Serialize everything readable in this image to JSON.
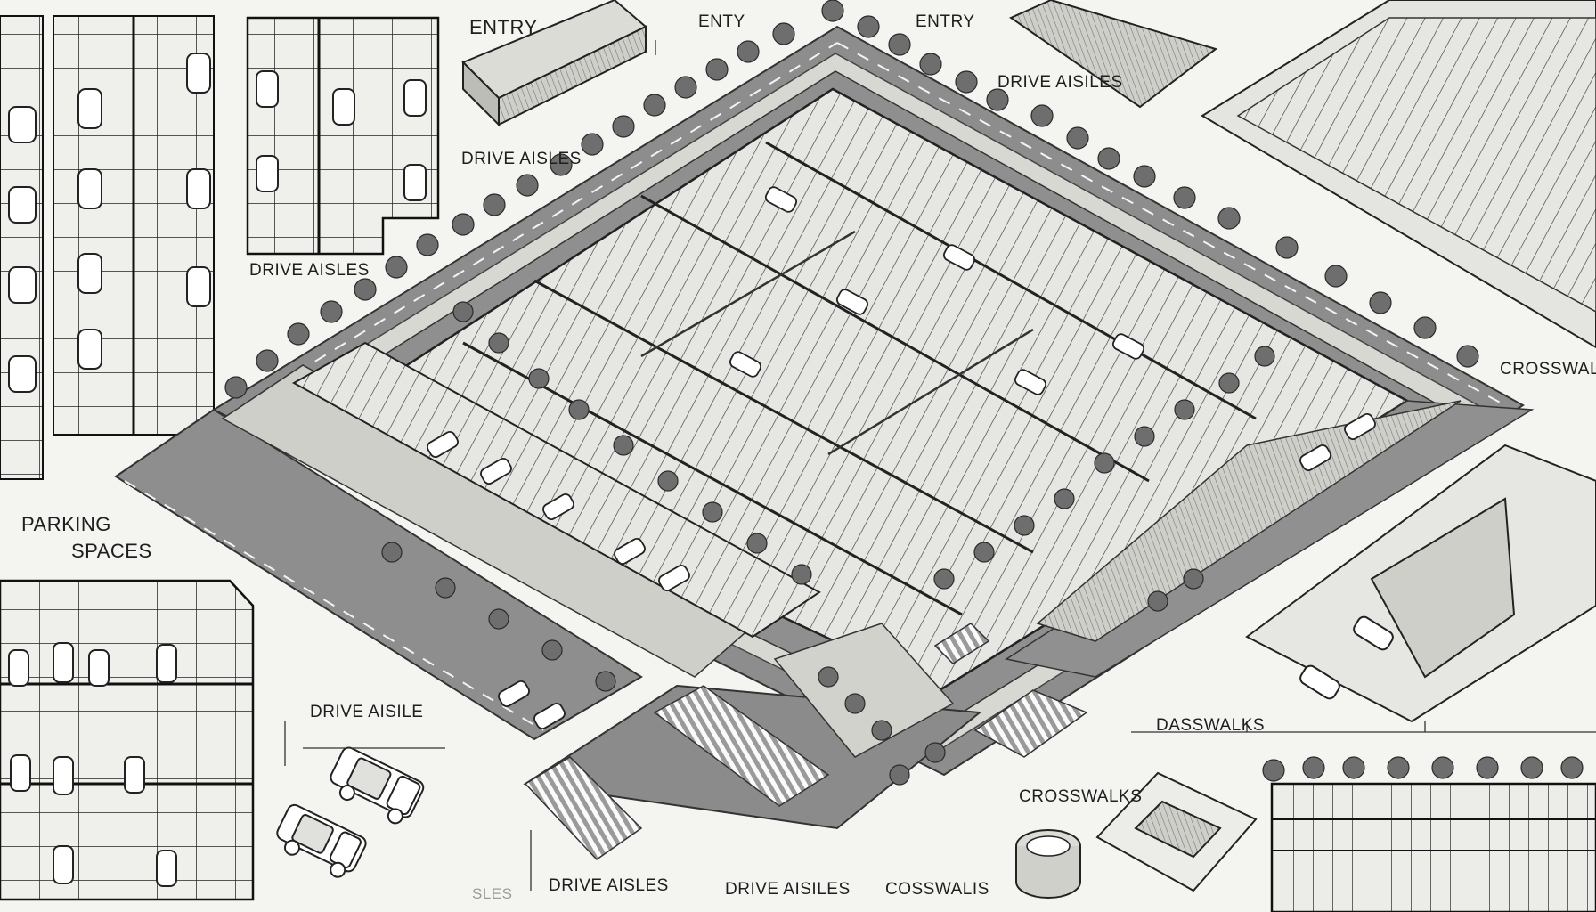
{
  "labels": {
    "entry_1": "ENTRY",
    "entry_2": "ENTY",
    "entry_3": "ENTRY",
    "drive_aisles_top": "DRIVE AISILES",
    "drive_aisles_left": "DRIVE AISLES",
    "drive_aisles_mid": "DRIVE AISLES",
    "crosswalk_right": "CROSSWALK",
    "parking_line1": "PARKING",
    "parking_line2": "SPACES",
    "drive_aisle_small": "DRIVE AISILE",
    "dasswalks": "DASSWALKS",
    "crosswalks_small": "CROSSWALKS",
    "drive_aisles_bottom1": "DRIVE AISLES",
    "drive_aisles_bottom2": "DRIVE AISILES",
    "cosswalis": "COSSWALIS",
    "sles": "SLES"
  },
  "palette": {
    "paper": "#f4f4f1",
    "ink": "#1e1e1e",
    "asphalt": "#8d8d8d",
    "lot": "#e2e2de",
    "island": "#d4d4ce",
    "tree": "#6e6e6e"
  }
}
